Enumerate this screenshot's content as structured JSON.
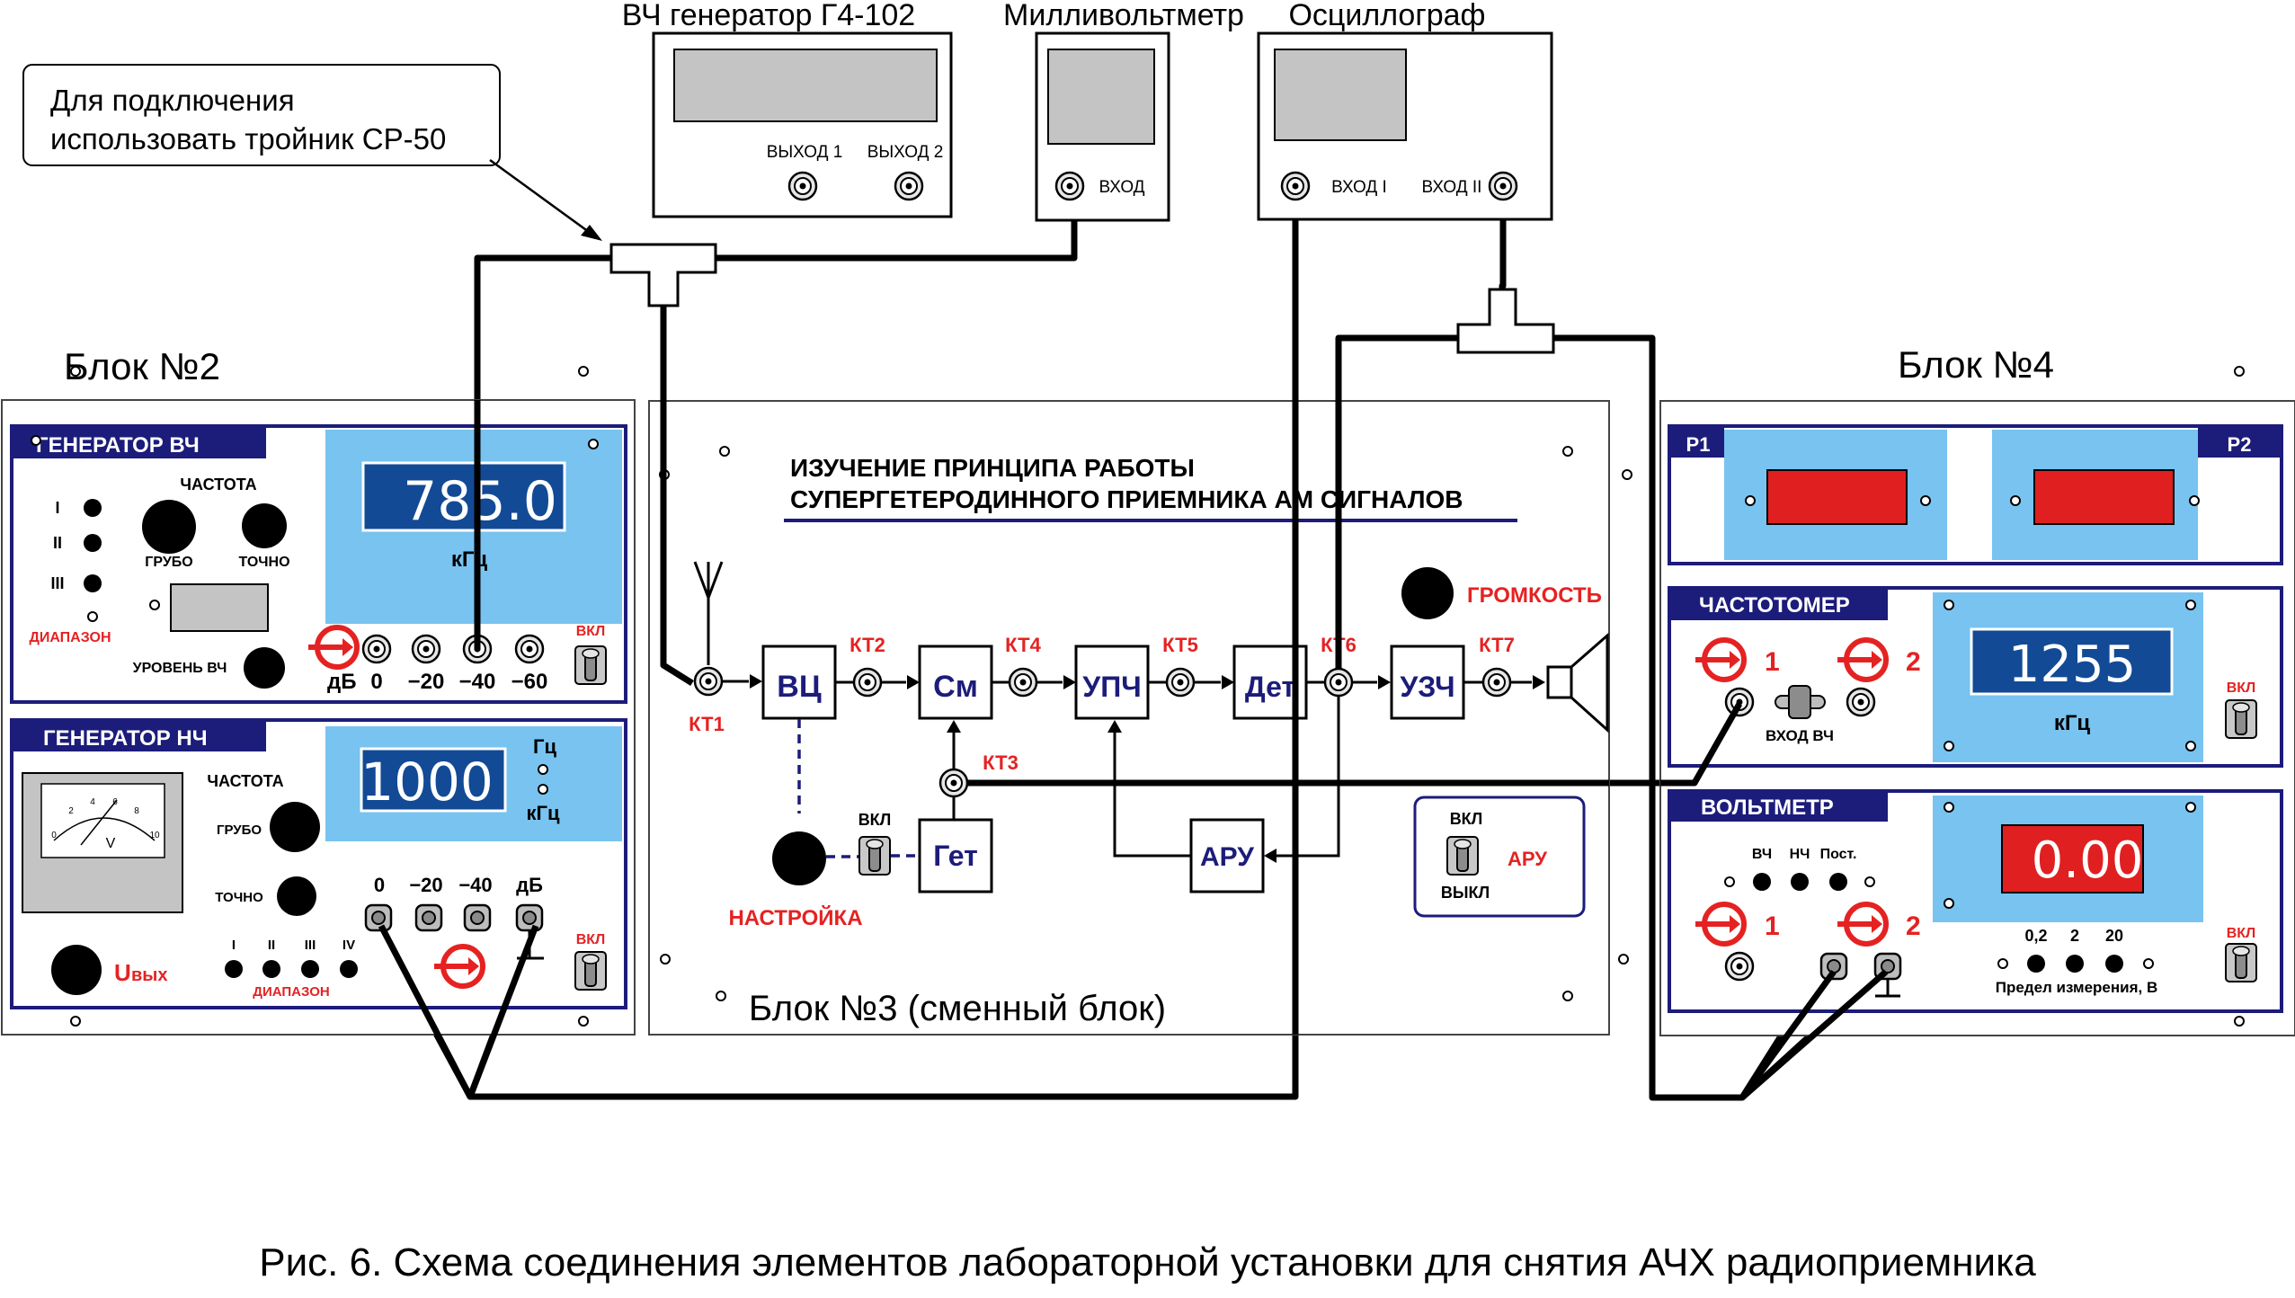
{
  "caption": "Рис. 6. Схема соединения элементов лабораторной установки для снятия АЧХ радиоприемника",
  "callout": {
    "line1": "Для подключения",
    "line2": "использовать тройник СР-50"
  },
  "instruments": {
    "generator": {
      "title": "ВЧ генератор Г4-102",
      "out1": "ВЫХОД 1",
      "out2": "ВЫХОД 2"
    },
    "millivoltmeter": {
      "title": "Милливольтметр",
      "input": "ВХОД"
    },
    "oscilloscope": {
      "title": "Осциллограф",
      "input1": "ВХОД I",
      "input2": "ВХОД II"
    }
  },
  "block2": {
    "label": "Блок №2",
    "hf": {
      "title": "ГЕНЕРАТОР ВЧ",
      "freq": "ЧАСТОТА",
      "coarse": "ГРУБО",
      "fine": "ТОЧНО",
      "range_marks": [
        "I",
        "II",
        "III"
      ],
      "range": "ДИАПАЗОН",
      "level": "УРОВЕНЬ ВЧ",
      "display": "785.0",
      "unit": "кГц",
      "db": "дБ",
      "att": [
        "0",
        "−20",
        "−40",
        "−60"
      ],
      "on": "ВКЛ"
    },
    "lf": {
      "title": "ГЕНЕРАТОР НЧ",
      "freq": "ЧАСТОТА",
      "coarse": "ГРУБО",
      "fine": "ТОЧНО",
      "display": "1000",
      "unit_hz": "Гц",
      "unit_khz": "кГц",
      "meter_v": "V",
      "meter_scale": [
        "0",
        "2",
        "4",
        "6",
        "8",
        "10"
      ],
      "uout_main": "U",
      "uout_sub": "вых",
      "range_marks": [
        "I",
        "II",
        "III",
        "IV"
      ],
      "range": "ДИАПАЗОН",
      "att": [
        "0",
        "−20",
        "−40",
        "дБ"
      ],
      "on": "ВКЛ"
    }
  },
  "block3": {
    "label": "Блок №3 (сменный блок)",
    "title1": "ИЗУЧЕНИЕ  ПРИНЦИПА  РАБОТЫ",
    "title2": "СУПЕРГЕТЕРОДИННОГО  ПРИЕМНИКА  АМ  СИГНАЛОВ",
    "stages": [
      "ВЦ",
      "См",
      "УПЧ",
      "Дет",
      "УЗЧ",
      "Гет",
      "АРУ"
    ],
    "points": [
      "КТ1",
      "КТ2",
      "КТ3",
      "КТ4",
      "КТ5",
      "КТ6",
      "КТ7"
    ],
    "volume": "ГРОМКОСТЬ",
    "tuning": "НАСТРОЙКА",
    "on": "ВКЛ",
    "agc": {
      "on": "ВКЛ",
      "off": "ВЫКЛ",
      "label": "АРУ"
    }
  },
  "block4": {
    "label": "Блок №4",
    "indicators": {
      "p1": "Р1",
      "p2": "Р2"
    },
    "counter": {
      "title": "ЧАСТОТОМЕР",
      "in1": "1",
      "in2": "2",
      "input": "ВХОД  ВЧ",
      "display": "1255",
      "unit": "кГц",
      "on": "ВКЛ"
    },
    "voltmeter": {
      "title": "ВОЛЬТМЕТР",
      "modes": [
        "ВЧ",
        "НЧ",
        "Пост."
      ],
      "in1": "1",
      "in2": "2",
      "display": "0.00",
      "limits": [
        "0,2",
        "2",
        "20"
      ],
      "limit_label": "Предел измерения, В",
      "on": "ВКЛ"
    }
  },
  "colors": {
    "panel_blue": "#1c1c7a",
    "display_sky": "#78c3f0",
    "lcd_navy": "#124a96",
    "red_label": "#e52222",
    "lcd_red": "#e02020",
    "wire": "#000000"
  }
}
